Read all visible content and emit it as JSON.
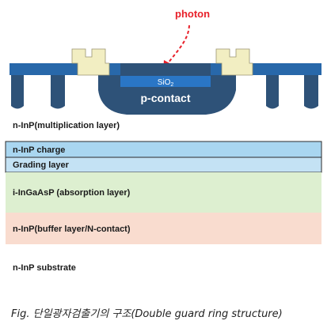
{
  "photon": {
    "label": "photon",
    "color": "#e8202a"
  },
  "sio2": {
    "base": "SiO",
    "sub": "2"
  },
  "p_contact": {
    "label": "p-contact"
  },
  "layers": [
    {
      "label": "n-InP(multiplication layer)",
      "color": "#ffffff"
    },
    {
      "label": "n-InP charge",
      "color": "#a9d6f0"
    },
    {
      "label": "Grading layer",
      "color": "#c4e2f4"
    },
    {
      "label": "i-InGaAsP (absorption layer)",
      "color": "#ddefd0"
    },
    {
      "label": "n-InP(buffer layer/N-contact)",
      "color": "#f9dccf"
    },
    {
      "label": "n-InP substrate",
      "color": "#ffffff"
    }
  ],
  "colors": {
    "dark_blue": "#2e5278",
    "mid_blue": "#2868aa",
    "bright_blue": "#2a76c6",
    "contact_pad": "#f2eec2",
    "layer_border": "#2b2b2b"
  },
  "caption": "Fig. 단일광자검출기의 구조(Double guard ring structure)"
}
